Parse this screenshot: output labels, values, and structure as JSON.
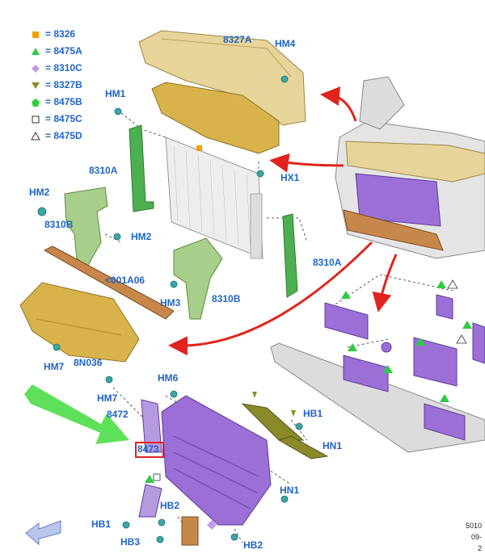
{
  "legend": [
    {
      "symbol": "square-filled-orange",
      "text": "= 8326"
    },
    {
      "symbol": "triangle-filled-green",
      "text": "= 8475A"
    },
    {
      "symbol": "diamond-filled-purple",
      "text": "= 8310C"
    },
    {
      "symbol": "triangle-down-olive",
      "text": "= 8327B"
    },
    {
      "symbol": "pentagon-filled-green",
      "text": "= 8475B"
    },
    {
      "symbol": "square-outline",
      "text": "= 8475C"
    },
    {
      "symbol": "triangle-outline",
      "text": "= 8475D"
    }
  ],
  "labels": {
    "l8327A": "8327A",
    "HM4": "HM4",
    "HM1": "HM1",
    "HX1": "HX1",
    "l8310A_left": "8310A",
    "HM2_a": "HM2",
    "l8310B_a": "8310B",
    "HM2_b": "HM2",
    "l001A06": "<001A06",
    "HM3": "HM3",
    "l8310B_b": "8310B",
    "l8310A_right": "8310A",
    "HM7_a": "HM7",
    "l8N036": "8N036",
    "HM6": "HM6",
    "HM7_b": "HM7",
    "l8472": "8472",
    "HB1_a": "HB1",
    "HN1_a": "HN1",
    "l8473": "8473",
    "HB2_a": "HB2",
    "HN1_b": "HN1",
    "HB1_b": "HB1",
    "HB3": "HB3",
    "HB2_b": "HB2"
  },
  "corner_text": [
    "5010",
    "09-",
    "2"
  ],
  "colors": {
    "label_blue": "#1e64c8",
    "gold": "#d8b24a",
    "tan": "#e6d49a",
    "green": "#4caf50",
    "light_green": "#a8cf8a",
    "purple": "#9b6fd6",
    "orange_bar": "#c8874a",
    "grey": "#c8c8c8",
    "red_arrow": "#e0241b",
    "big_green_arrow": "#5fe05a",
    "highlight": "#e02020"
  }
}
